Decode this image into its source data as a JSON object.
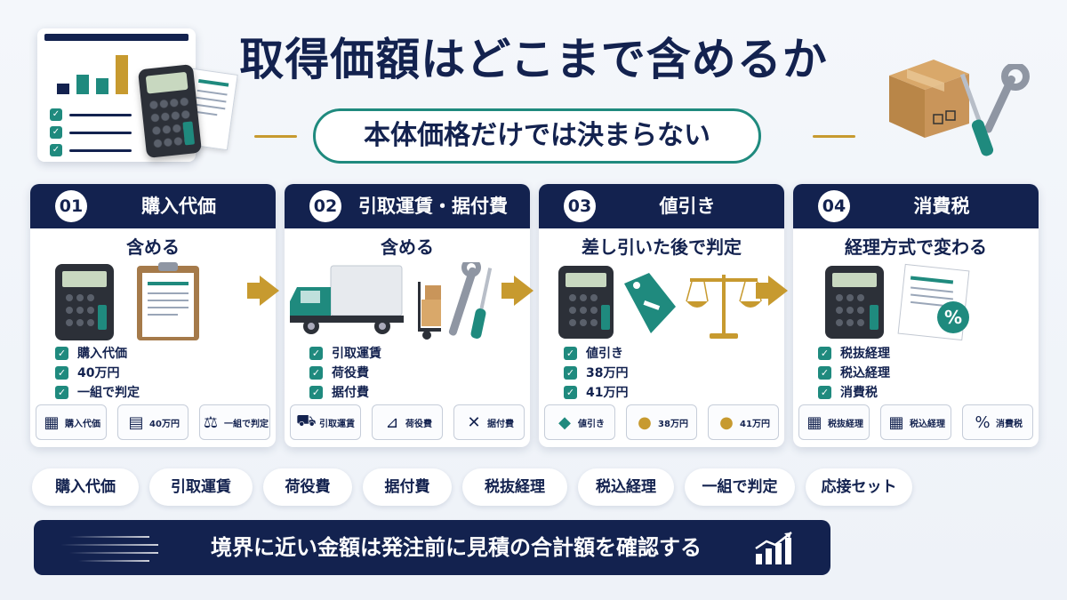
{
  "header": {
    "title": "取得価額はどこまで含めるか",
    "subtitle": "本体価格だけでは決まらない"
  },
  "steps": [
    {
      "num": "01",
      "title": "購入代価",
      "subtitle": "含める",
      "checks": [
        "購入代価",
        "40万円",
        "一組で判定"
      ],
      "tags": [
        {
          "icon": "calculator-icon",
          "label": "購入代価"
        },
        {
          "icon": "money-stack-icon",
          "label": "40万円"
        },
        {
          "icon": "scale-icon",
          "label": "一組で判定"
        }
      ]
    },
    {
      "num": "02",
      "title": "引取運賃・据付費",
      "subtitle": "含める",
      "checks": [
        "引取運賃",
        "荷役費",
        "据付費"
      ],
      "tags": [
        {
          "icon": "truck-icon",
          "label": "引取運賃"
        },
        {
          "icon": "hand-truck-icon",
          "label": "荷役費"
        },
        {
          "icon": "tools-icon",
          "label": "据付費"
        }
      ]
    },
    {
      "num": "03",
      "title": "値引き",
      "subtitle": "差し引いた後で判定",
      "checks": [
        "値引き",
        "38万円",
        "41万円"
      ],
      "tags": [
        {
          "icon": "price-tag-icon",
          "label": "値引き"
        },
        {
          "icon": "coins-icon",
          "label": "38万円"
        },
        {
          "icon": "coins-icon",
          "label": "41万円"
        }
      ]
    },
    {
      "num": "04",
      "title": "消費税",
      "subtitle": "経理方式で変わる",
      "checks": [
        "税抜経理",
        "税込経理",
        "消費税"
      ],
      "tags": [
        {
          "icon": "calculator-icon",
          "label": "税抜経理"
        },
        {
          "icon": "calculator-icon",
          "label": "税込経理"
        },
        {
          "icon": "percent-icon",
          "label": "消費税"
        }
      ]
    }
  ],
  "keywords": [
    "購入代価",
    "引取運賃",
    "荷役費",
    "据付費",
    "税抜経理",
    "税込経理",
    "一組で判定",
    "応接セット"
  ],
  "banner": {
    "text": "境界に近い金額は発注前に見積の合計額を確認する"
  },
  "colors": {
    "navy": "#13224f",
    "teal": "#1f8a7e",
    "gold": "#c79a2f",
    "background": "#f1f5fa"
  }
}
